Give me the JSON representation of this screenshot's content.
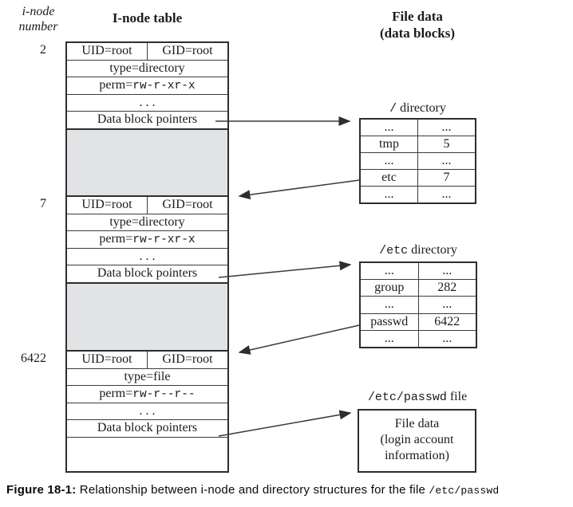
{
  "header": {
    "inode_number_label_line1": "i-node",
    "inode_number_label_line2": "number",
    "inode_table_title": "I-node table",
    "file_data_title_line1": "File data",
    "file_data_title_line2": "(data blocks)"
  },
  "inode_table": {
    "entries": [
      {
        "number": "2",
        "uid": "UID=root",
        "gid": "GID=root",
        "type": "type=directory",
        "perm_prefix": "perm=",
        "perm_value": "rw-r-xr-x",
        "ellipsis": ". . .",
        "pointers": "Data block pointers"
      },
      {
        "number": "7",
        "uid": "UID=root",
        "gid": "GID=root",
        "type": "type=directory",
        "perm_prefix": "perm=",
        "perm_value": "rw-r-xr-x",
        "ellipsis": ". . .",
        "pointers": "Data block pointers"
      },
      {
        "number": "6422",
        "uid": "UID=root",
        "gid": "GID=root",
        "type": "type=file",
        "perm_prefix": "perm=",
        "perm_value": "rw-r--r--",
        "ellipsis": ". . .",
        "pointers": "Data block pointers"
      }
    ]
  },
  "data_blocks": {
    "root_directory": {
      "label_path": "/",
      "label_text": " directory",
      "rows": [
        [
          "...",
          "..."
        ],
        [
          "tmp",
          "5"
        ],
        [
          "...",
          "..."
        ],
        [
          "etc",
          "7"
        ],
        [
          "...",
          "..."
        ]
      ]
    },
    "etc_directory": {
      "label_path": "/etc",
      "label_text": " directory",
      "rows": [
        [
          "...",
          "..."
        ],
        [
          "group",
          "282"
        ],
        [
          "...",
          "..."
        ],
        [
          "passwd",
          "6422"
        ],
        [
          "...",
          "..."
        ]
      ]
    },
    "passwd_file": {
      "label_path": "/etc/passwd",
      "label_text": " file",
      "content_line1": "File data",
      "content_line2": "(login account",
      "content_line3": "information)"
    }
  },
  "caption": {
    "label": "Figure 18-1:",
    "text": " Relationship between i-node and directory structures for the file ",
    "path": "/etc/passwd"
  },
  "colors": {
    "line": "#2e2e2e",
    "spacer_fill": "#e1e3e5",
    "background": "#ffffff"
  }
}
